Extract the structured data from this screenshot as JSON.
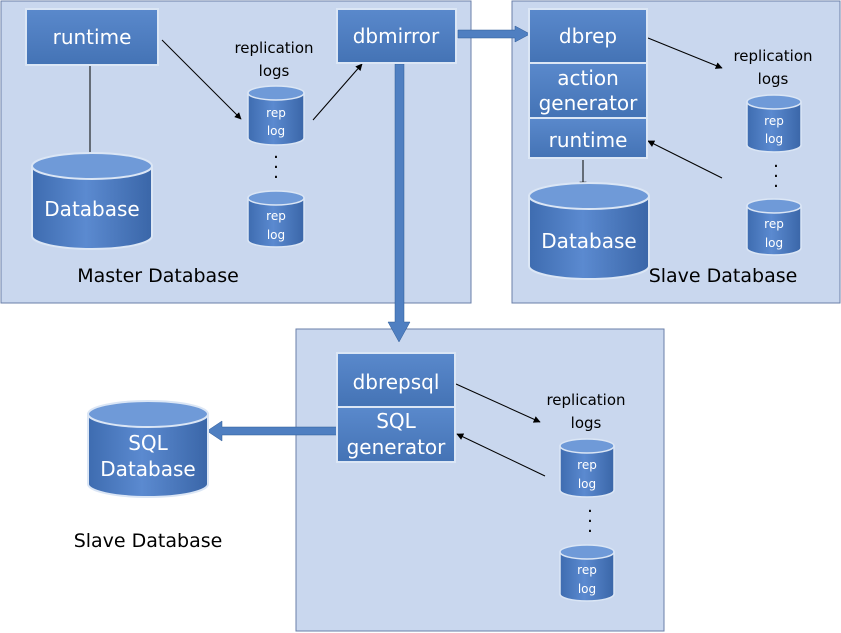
{
  "colors": {
    "panel_fill": "#c9d7ee",
    "panel_stroke": "#6a7fa8",
    "box_fill": "#4f7fc1",
    "box_stroke": "#dbe6f5",
    "arrow_thick": "#4f7fc1",
    "text_dark": "#000000",
    "text_light": "#ffffff"
  },
  "panels": {
    "master": {
      "label": "Master Database"
    },
    "slave_rep": {
      "label": "Slave Database"
    },
    "sql_node": {
      "label": ""
    },
    "sql_slave": {
      "label": "Slave Database"
    }
  },
  "boxes": {
    "runtime_master": "runtime",
    "dbmirror": "dbmirror",
    "dbrep": "dbrep",
    "action_generator": [
      "action",
      "generator"
    ],
    "runtime_slave": "runtime",
    "dbrepsql": "dbrepsql",
    "sql_generator": [
      "SQL",
      "generator"
    ]
  },
  "databases": {
    "master_db": [
      "Database"
    ],
    "slave_db": [
      "Database"
    ],
    "sql_db": [
      "SQL",
      "Database"
    ]
  },
  "replication_logs": {
    "heading": [
      "replication",
      "logs"
    ],
    "cylinder_label": [
      "rep",
      "log"
    ],
    "ellipsis": "·"
  }
}
